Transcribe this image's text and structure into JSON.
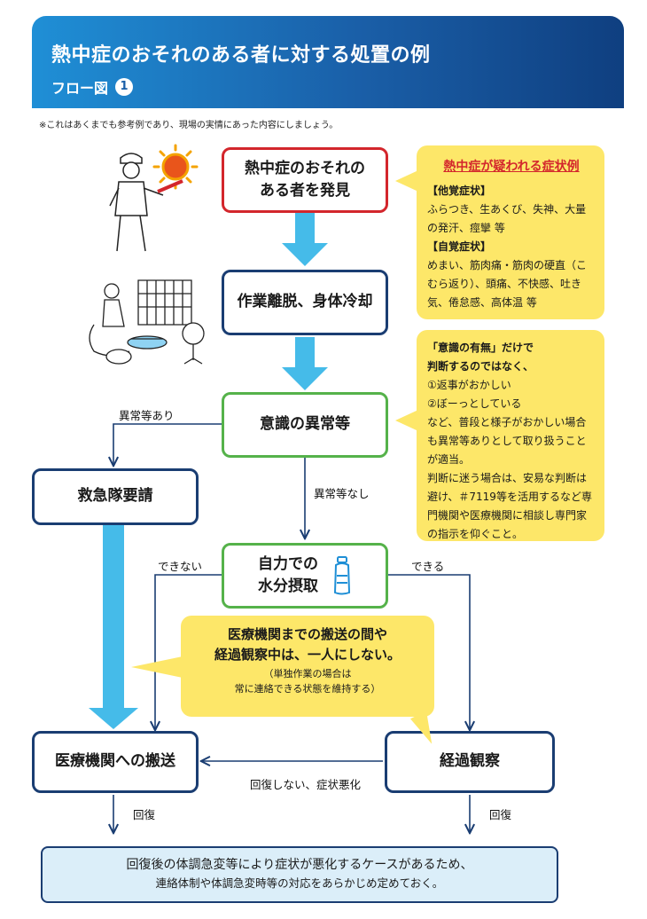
{
  "header": {
    "title": "熱中症のおそれのある者に対する処置の例",
    "subtitle": "フロー図",
    "number": "1"
  },
  "note": "※これはあくまでも参考例であり、現場の実情にあった内容にしましょう。",
  "boxes": {
    "discover": [
      "熱中症のおそれの",
      "ある者を発見"
    ],
    "cooling": "作業離脱、身体冷却",
    "consciousness": "意識の異常等",
    "ambulance": "救急隊要請",
    "water": [
      "自力での",
      "水分摂取"
    ],
    "transport": "医療機関への搬送",
    "observe": "経過観察"
  },
  "symptom_bubble": {
    "heading": "熱中症が疑われる症状例",
    "objective_head": "【他覚症状】",
    "objective_body": "ふらつき、生あくび、失神、大量の発汗、痙攣 等",
    "subjective_head": "【自覚症状】",
    "subjective_body": "めまい、筋肉痛・筋肉の硬直（こむら返り）、頭痛、不快感、吐き気、倦怠感、高体温 等"
  },
  "judgement_bubble": {
    "head1": "「意識の有無」だけで",
    "head2": "判断するのではなく、",
    "item1": "①返事がおかしい",
    "item2": "②ぼーっとしている",
    "body1": "など、普段と様子がおかしい場合も異常等ありとして取り扱うことが適当。",
    "body2": "判断に迷う場合は、安易な判断は避け、＃7119等を活用するなど専門機関や医療機関に相談し専門家の指示を仰ぐこと。"
  },
  "center_bubble": {
    "line1": "医療機関までの搬送の間や",
    "line2": "経過観察中は、一人にしない。",
    "line3": "（単独作業の場合は",
    "line4": "常に連絡できる状態を維持する）"
  },
  "labels": {
    "abnormal_yes": "異常等あり",
    "abnormal_no": "異常等なし",
    "cannot": "できない",
    "can": "できる",
    "no_recovery": "回復しない、症状悪化",
    "recovery_left": "回復",
    "recovery_right": "回復"
  },
  "bottom": {
    "line1": "回復後の体調急変等により症状が悪化するケースがあるため、",
    "line2": "連絡体制や体調急変時等の対応をあらかじめ定めておく。"
  },
  "colors": {
    "header_start": "#1f8fd6",
    "header_end": "#0f3f80",
    "red_border": "#d3262c",
    "navy_border": "#1a3d72",
    "green_border": "#55b24a",
    "bubble_yellow": "#fde769",
    "arrow_blue": "#45bbe9",
    "bottom_bg": "#dbeef9",
    "warning_red": "#d3262c"
  }
}
